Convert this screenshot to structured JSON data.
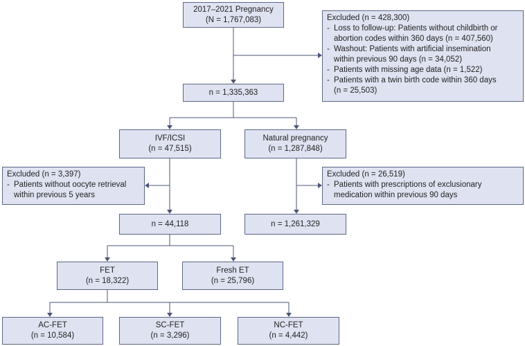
{
  "nodes": {
    "pregnancy": {
      "line1": "2017–2021 Pregnancy",
      "line2": "(N = 1,767,083)"
    },
    "excluded1": {
      "title": "Excluded (n = 428,300)",
      "items": [
        {
          "line1": "Loss to follow-up: Patients without childbirth or",
          "line2": "abortion codes within 360 days (n = 407,560)"
        },
        {
          "line1": "Washout: Patients with artificial insemination",
          "line2": "within previous 90 days (n = 34,052)"
        },
        {
          "line1": "Patients with missing age data (n = 1,522)",
          "line2": ""
        },
        {
          "line1": "Patients with a twin birth code within 360 days",
          "line2": "(n = 25,503)"
        }
      ]
    },
    "cohort": {
      "line1": "n = 1,335,363"
    },
    "ivf": {
      "line1": "IVF/ICSI",
      "line2": "(n = 47,515)"
    },
    "natural": {
      "line1": "Natural pregnancy",
      "line2": "(n = 1,287,848)"
    },
    "excluded2": {
      "title": "Excluded (n = 3,397)",
      "item_line1": "Patients without oocyte retrieval",
      "item_line2": "within previous 5 years"
    },
    "excluded3": {
      "title": "Excluded (n = 26,519)",
      "item_line1": "Patients with prescriptions of exclusionary",
      "item_line2": "medication within previous 90 days"
    },
    "ivf_final": {
      "line1": "n = 44,118"
    },
    "natural_final": {
      "line1": "n = 1,261,329"
    },
    "fet": {
      "line1": "FET",
      "line2": "(n = 18,322)"
    },
    "fresh": {
      "line1": "Fresh ET",
      "line2": "(n = 25,796)"
    },
    "acfet": {
      "line1": "AC-FET",
      "line2": "(n = 10,584)"
    },
    "scfet": {
      "line1": "SC-FET",
      "line2": "(n = 3,296)"
    },
    "ncfet": {
      "line1": "NC-FET",
      "line2": "(n = 4,442)"
    }
  },
  "bullet_marker": "-",
  "colors": {
    "box_fill": "#dfe3f1",
    "box_border": "#5a6685",
    "connector": "#4a5675"
  }
}
